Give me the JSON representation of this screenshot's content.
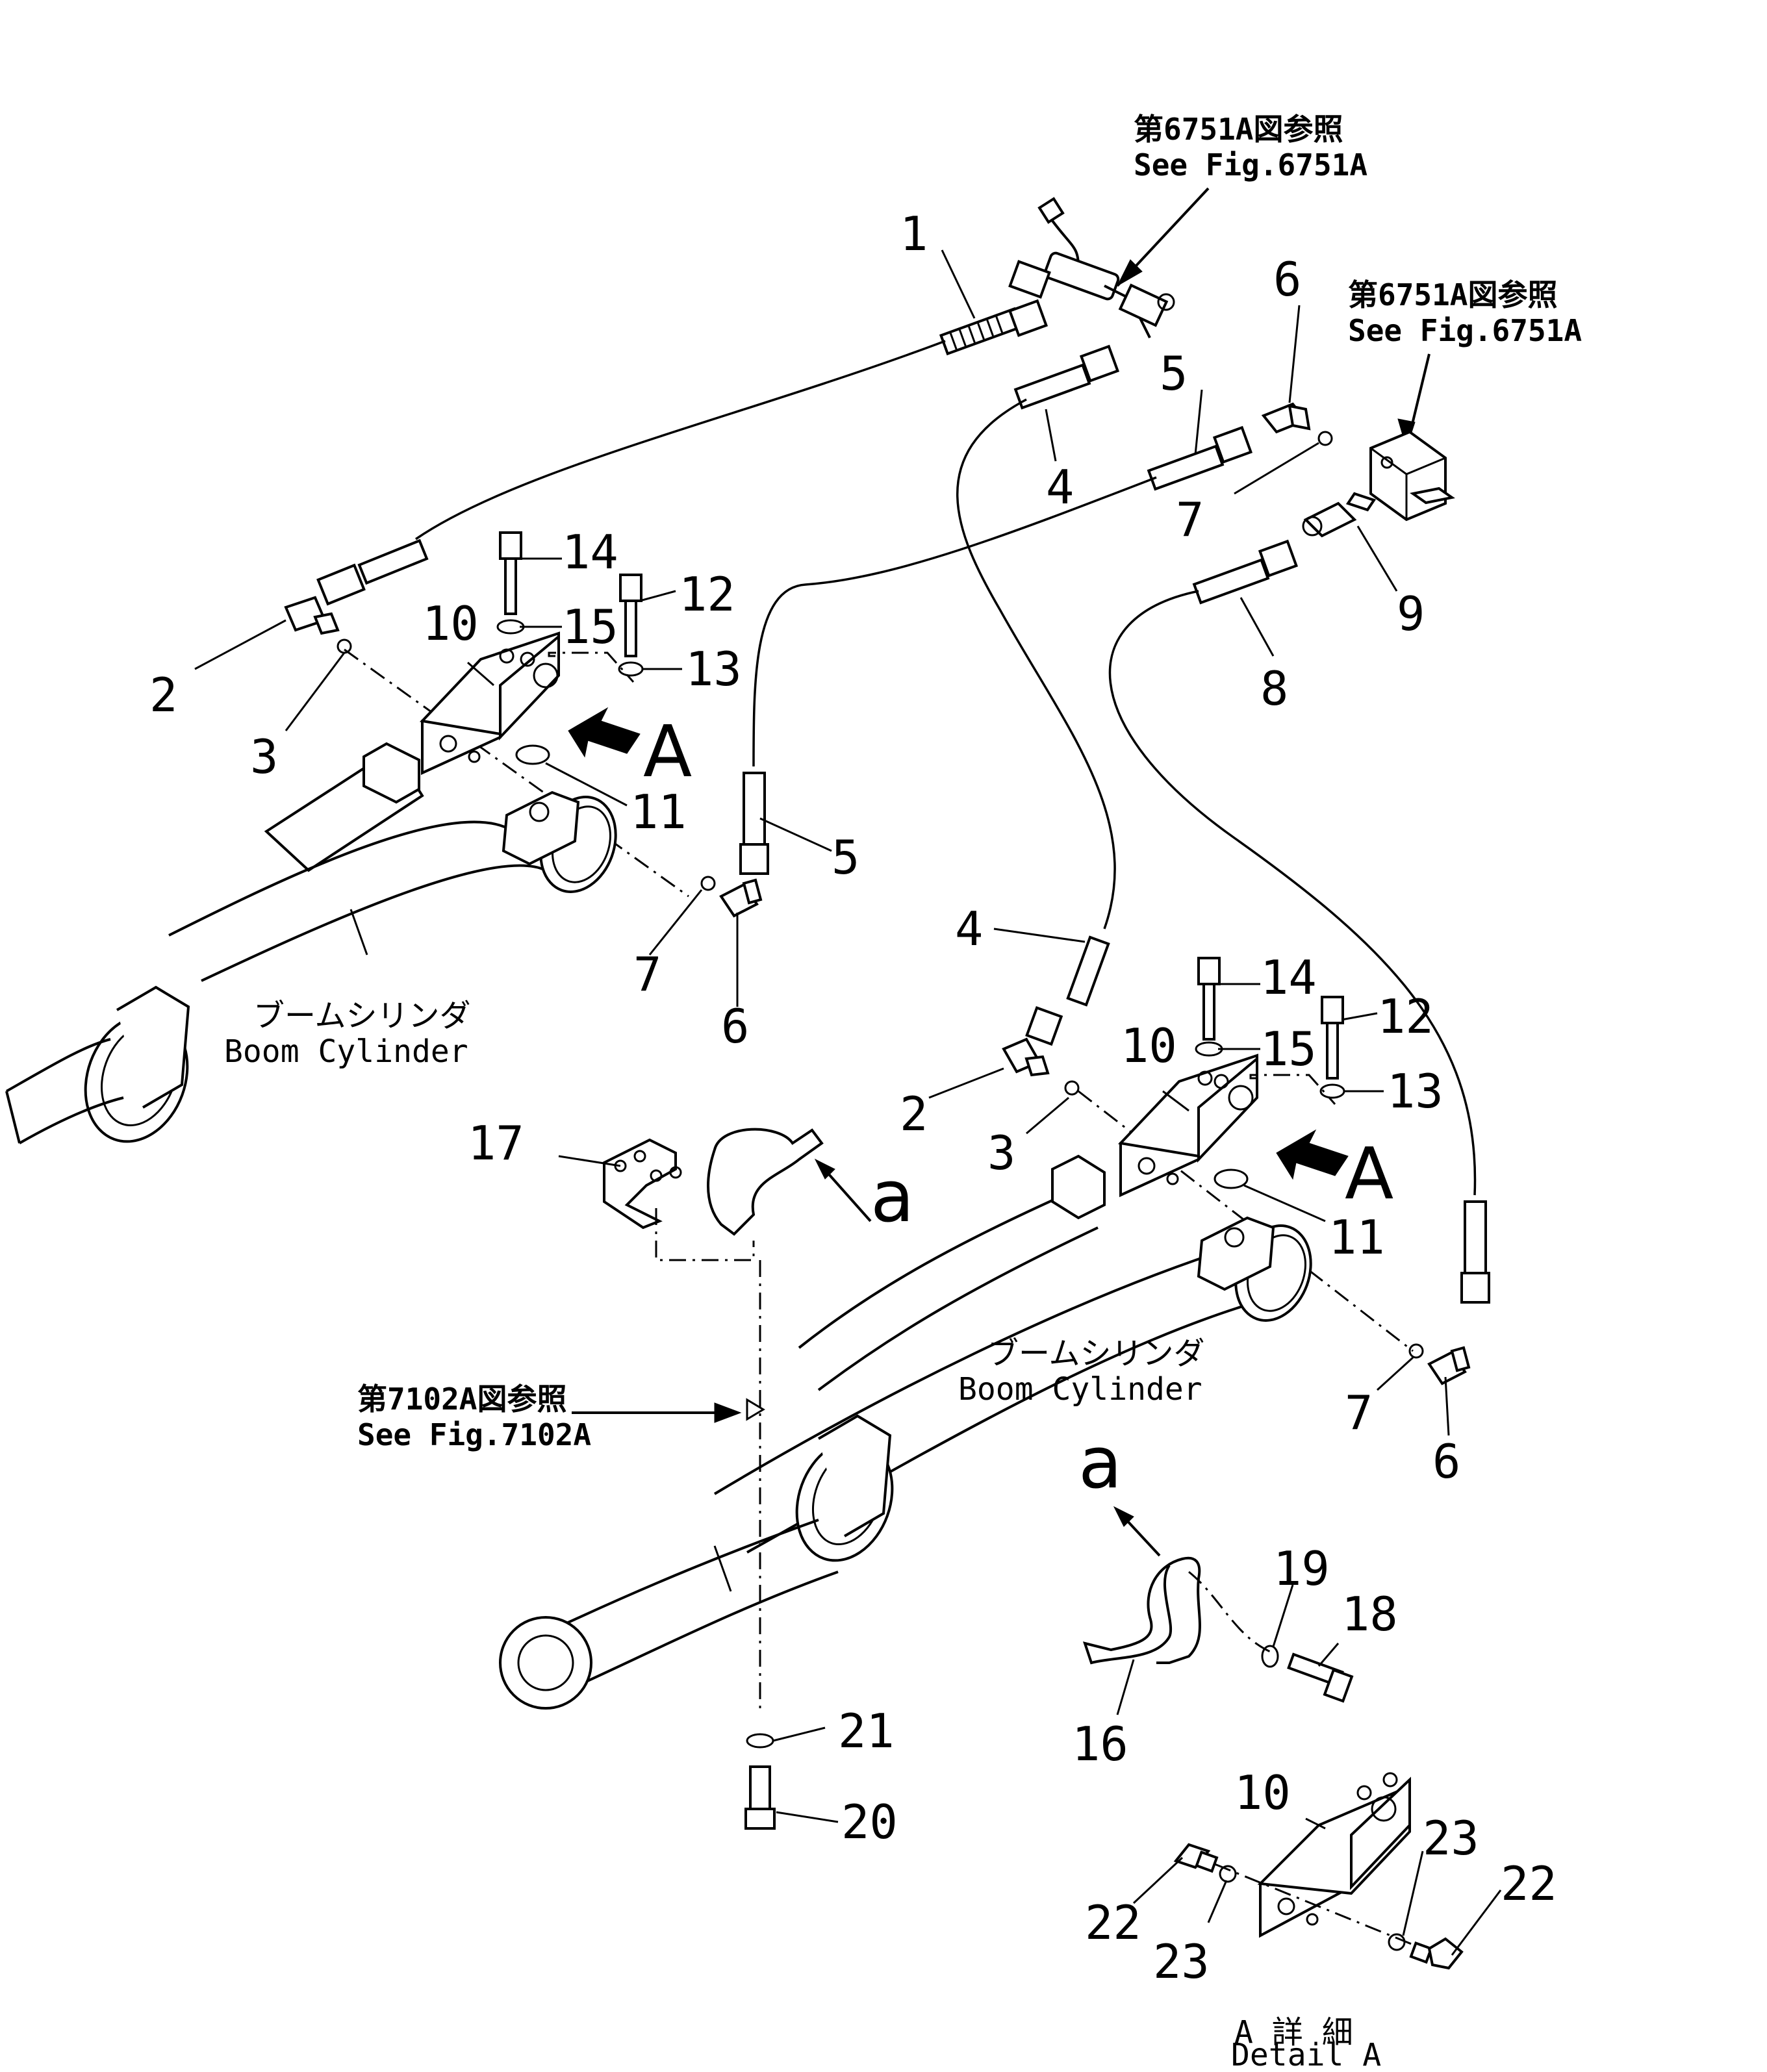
{
  "references": {
    "ref_6751_top": {
      "jp": "第6751A図参照",
      "en": "See Fig.6751A"
    },
    "ref_6751_right": {
      "jp": "第6751A図参照",
      "en": "See Fig.6751A"
    },
    "ref_7102": {
      "jp": "第7102A図参照",
      "en": "See Fig.7102A"
    }
  },
  "captions": {
    "boom_upper": {
      "jp": "ブームシリンダ",
      "en": "Boom Cylinder"
    },
    "boom_lower": {
      "jp": "ブームシリンダ",
      "en": "Boom Cylinder"
    },
    "detail": {
      "jp": "A 詳 細",
      "en": "Detail A"
    }
  },
  "view_markers": {
    "A": "A",
    "a": "a"
  },
  "callouts": {
    "c1": "1",
    "c2a": "2",
    "c3a": "3",
    "c4a": "4",
    "c5a": "5",
    "c6a": "6",
    "c7a": "7",
    "c8": "8",
    "c9": "9",
    "c10a": "10",
    "c11a": "11",
    "c12a": "12",
    "c13a": "13",
    "c14a": "14",
    "c15a": "15",
    "c5b": "5",
    "c7b": "7",
    "c6b": "6",
    "c4b": "4",
    "c2b": "2",
    "c3b": "3",
    "c10b": "10",
    "c11b": "11",
    "c12b": "12",
    "c13b": "13",
    "c14b": "14",
    "c15b": "15",
    "c7c": "7",
    "c6c": "6",
    "c17": "17",
    "c19": "19",
    "c18": "18",
    "c16": "16",
    "c21": "21",
    "c20": "20",
    "c10c": "10",
    "c22a": "22",
    "c23a": "23",
    "c23b": "23",
    "c22b": "22"
  }
}
